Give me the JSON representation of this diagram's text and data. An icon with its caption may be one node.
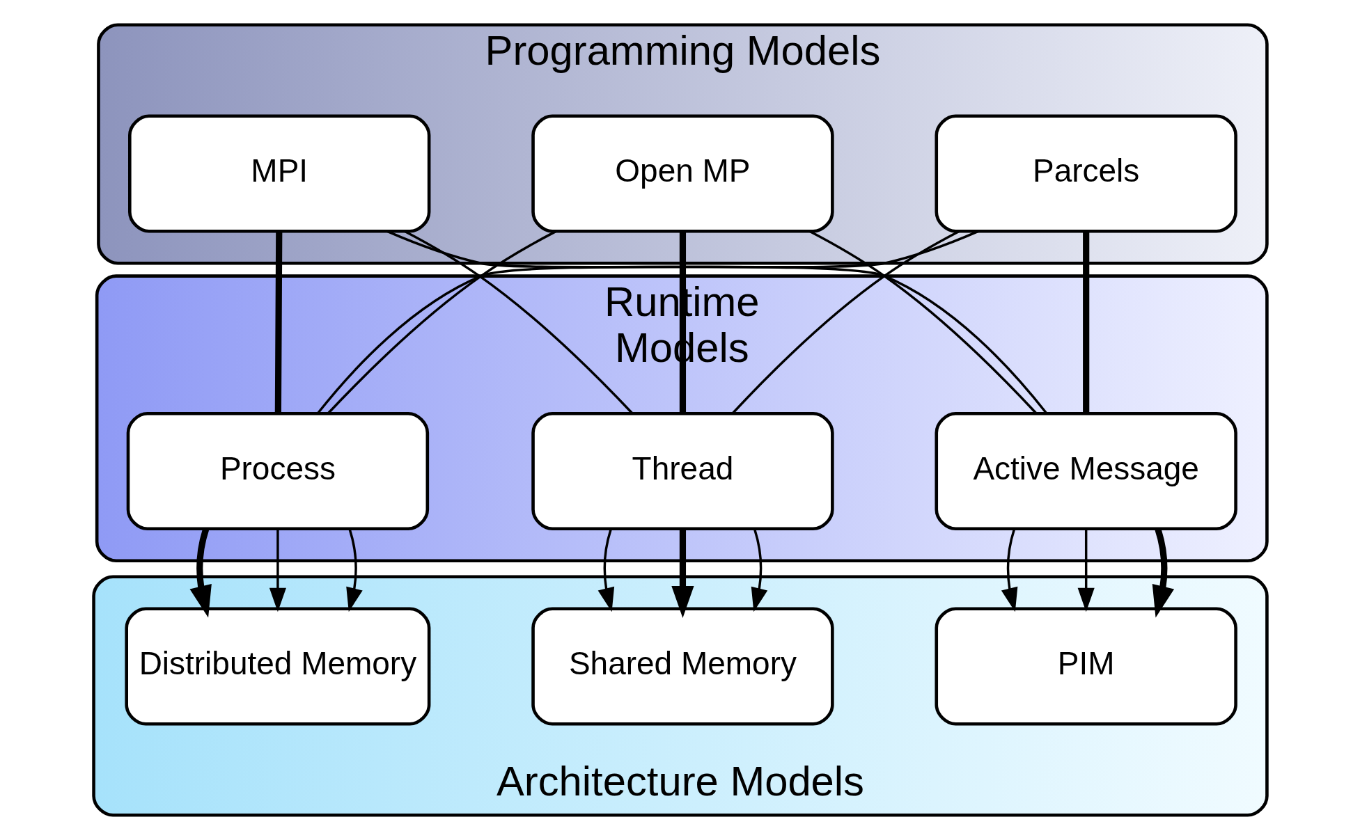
{
  "diagram": {
    "nodes": [
      {
        "text": [
          "Programming Models"
        ]
      },
      {
        "text": [
          "MPI"
        ],
        "in": 0
      },
      {
        "text": [
          "Open MP"
        ],
        "in": 0
      },
      {
        "text": [
          "Parcels"
        ],
        "in": 0
      },
      {
        "text": [
          "Runtime",
          "Models"
        ]
      },
      {
        "text": [
          "Process"
        ],
        "in": 4
      },
      {
        "text": [
          "Thread"
        ],
        "in": 4
      },
      {
        "text": [
          "Active Message"
        ],
        "in": 4
      },
      {
        "text": [
          "Architecture Models"
        ]
      },
      {
        "text": [
          "Distributed Memory"
        ],
        "in": 8
      },
      {
        "text": [
          "Shared Memory"
        ],
        "in": 8
      },
      {
        "text": [
          "PIM"
        ],
        "in": 8
      }
    ],
    "edges": [
      {
        "from": 1,
        "to": 5,
        "arrow": "none",
        "style": "thick"
      },
      {
        "from": 1,
        "to": 6,
        "arrow": "none"
      },
      {
        "from": 1,
        "to": 7,
        "arrow": "none"
      },
      {
        "from": 2,
        "to": 5,
        "arrow": "none"
      },
      {
        "from": 2,
        "to": 6,
        "arrow": "none",
        "style": "thick"
      },
      {
        "from": 2,
        "to": 7,
        "arrow": "none"
      },
      {
        "from": 3,
        "to": 5,
        "arrow": "none"
      },
      {
        "from": 3,
        "to": 6,
        "arrow": "none"
      },
      {
        "from": 3,
        "to": 7,
        "arrow": "none",
        "style": "thick"
      },
      {
        "from": 5,
        "to": 9,
        "arrow": "to",
        "style": "thick"
      },
      {
        "from": 5,
        "to": 9,
        "arrow": "to"
      },
      {
        "from": 5,
        "to": 9,
        "arrow": "to"
      },
      {
        "from": 6,
        "to": 10,
        "arrow": "to"
      },
      {
        "from": 6,
        "to": 10,
        "arrow": "to",
        "style": "thick"
      },
      {
        "from": 6,
        "to": 10,
        "arrow": "to"
      },
      {
        "from": 7,
        "to": 11,
        "arrow": "to"
      },
      {
        "from": 7,
        "to": 11,
        "arrow": "to"
      },
      {
        "from": 7,
        "to": 11,
        "arrow": "to",
        "style": "thick"
      }
    ]
  }
}
